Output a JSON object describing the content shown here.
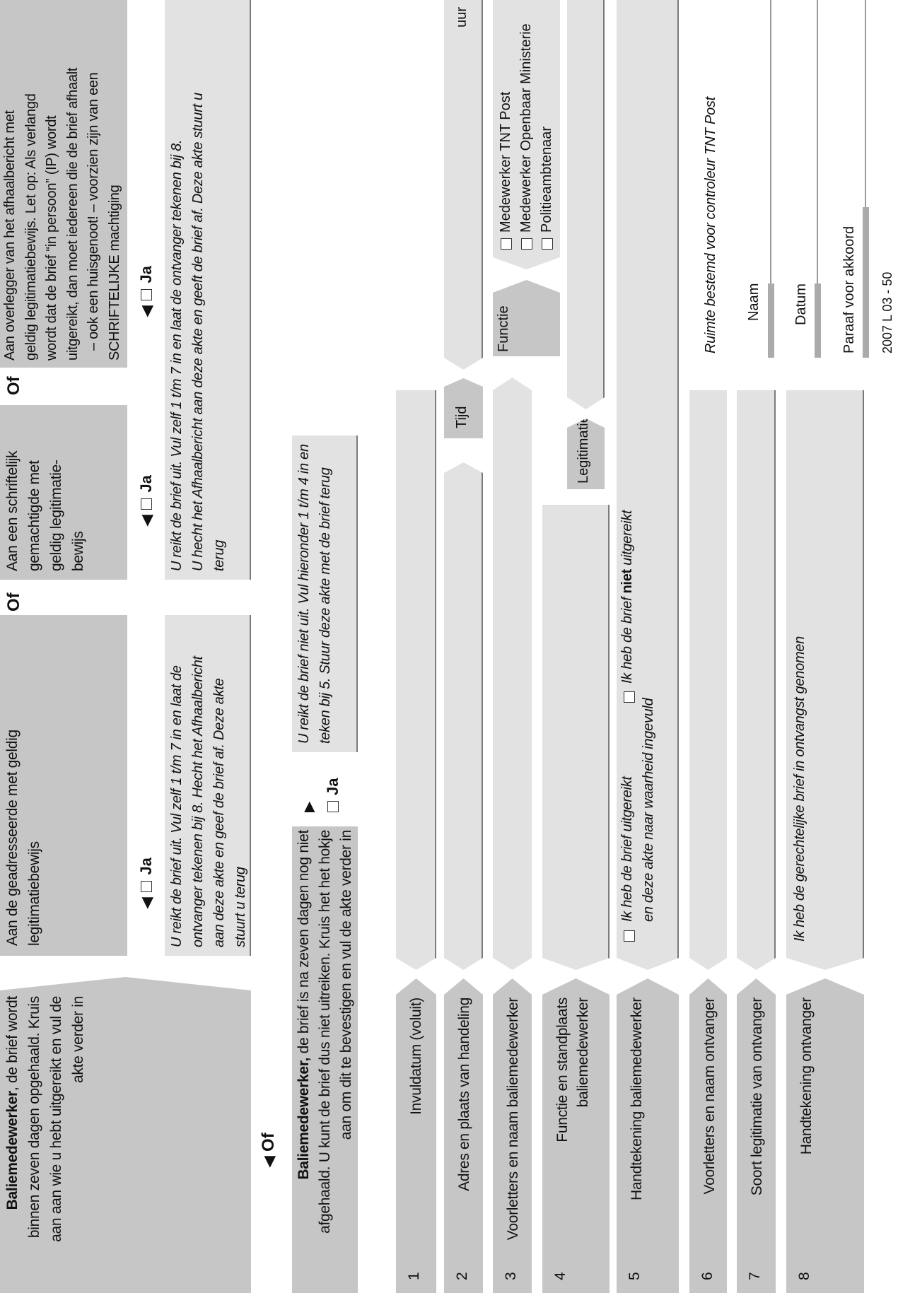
{
  "colors": {
    "dark_box": "#c6c6c6",
    "light_box": "#e2e2e2",
    "rule": "#7a7a7a"
  },
  "box_a": {
    "bold": "Baliemedewerker",
    "lines": [
      ", de brief wordt",
      "binnen zeven dagen opgehaald. Kruis",
      "aan aan wie u hebt uitgereikt en vul de",
      "akte verder in"
    ]
  },
  "option_b": {
    "lines": [
      "Aan de geadresseerde met geldig",
      "legitimatiebewijs"
    ],
    "ja": "Ja",
    "instruction": [
      "U reikt de brief uit. Vul zelf 1 t/m 7 in en laat de",
      "ontvanger tekenen bij 8. Hecht het Afhaalbericht",
      "aan deze akte en geef de brief af. Deze akte",
      "stuurt u terug"
    ]
  },
  "or_label": "Of",
  "option_c": {
    "lines": [
      "Aan een schriftelijk",
      "gemachtigde met",
      "geldig legitimatie-",
      "bewijs"
    ],
    "ja": "Ja"
  },
  "option_d": {
    "lines": [
      "Aan overlegger van het afhaalbericht met",
      "geldig legitimatiebewijs. Let op: Als verlangd",
      "wordt dat de brief “in persoon” (IP) wordt",
      "uitgereikt, dan moet iedereen die de brief afhaalt",
      "– ook een huisgenoot! – voorzien zijn van een",
      "SCHRIFTELIJKE machtiging"
    ],
    "ja": "Ja"
  },
  "option_cd_instruction": [
    "U reikt de brief uit. Vul zelf 1 t/m 7 in en laat de ontvanger tekenen bij 8.",
    "U hecht het Afhaalbericht aan deze akte en geeft de brief af. Deze akte stuurt u",
    "terug"
  ],
  "box_e": {
    "or_label": "Of",
    "bold": "Baliemedewerker,",
    "lines": [
      " de brief is na zeven dagen nog niet",
      "afgehaald. U kunt de brief dus niet uitreiken. Kruis het het hokje",
      "aan om dit te bevestigen en vul de akte verder in"
    ],
    "ja": "Ja",
    "instruction": [
      "U reikt de brief niet uit. Vul hieronder 1 t/m 4 in en",
      "teken bij 5. Stuur deze akte met de brief terug"
    ]
  },
  "rows": [
    {
      "num": "1",
      "label": [
        "Invuldatum (voluit)"
      ]
    },
    {
      "num": "2",
      "label": [
        "Adres en plaats van handeling"
      ],
      "time_label": "Tijd",
      "time_unit": "uur"
    },
    {
      "num": "3",
      "label": [
        "Voorletters en naam baliemedewerker"
      ],
      "function_label": "Functie",
      "function_options": [
        "Medewerker TNT Post",
        "Medewerker Openbaar Ministerie",
        "Politieambtenaar"
      ]
    },
    {
      "num": "4",
      "label": [
        "Functie en standplaats",
        "baliemedewerker"
      ],
      "id_label": "Legitimatienr"
    },
    {
      "num": "5",
      "label": [
        "Handtekening baliemedewerker"
      ],
      "check1": [
        "Ik heb de brief uitgereikt",
        "en deze akte naar waarheid ingevuld"
      ],
      "check2_pre": "Ik heb de brief ",
      "check2_bold": "niet",
      "check2_post": " uitgereikt"
    },
    {
      "num": "6",
      "label": [
        "Voorletters en naam ontvanger"
      ]
    },
    {
      "num": "7",
      "label": [
        "Soort legitimatie van ontvanger"
      ]
    },
    {
      "num": "8",
      "label": [
        "Handtekening ontvanger"
      ],
      "statement": "Ik heb de gerechtelijke brief in ontvangst genomen"
    }
  ],
  "controller": {
    "title": "Ruimte bestemd voor controleur TNT Post",
    "name": "Naam",
    "date": "Datum",
    "initials": "Paraaf voor akkoord"
  },
  "form_code": "2007 L 03 - 50"
}
